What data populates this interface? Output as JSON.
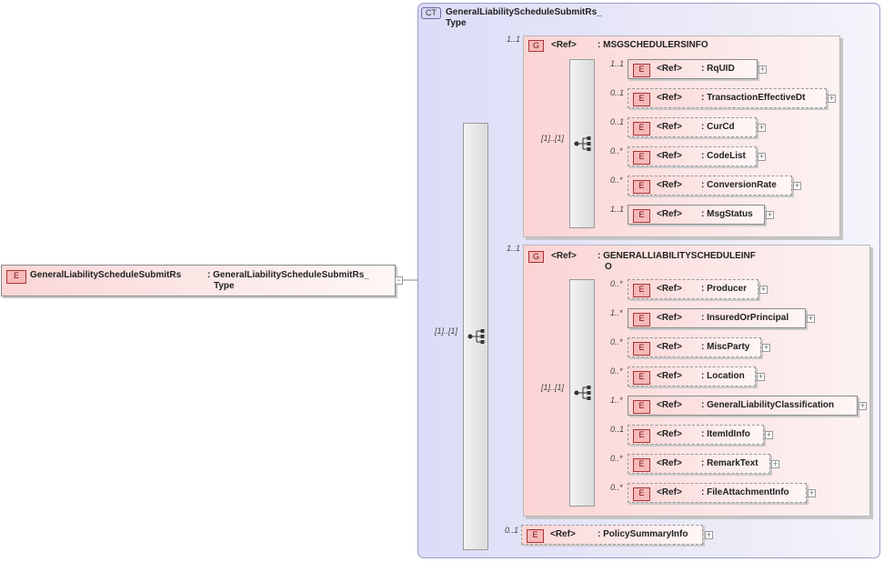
{
  "root": {
    "badge": "E",
    "name": "GeneralLiabilityScheduleSubmitRs",
    "type_line1": ": GeneralLiabilityScheduleSubmitRs_",
    "type_line2": "Type",
    "collapse": "−"
  },
  "complex_type": {
    "badge": "CT",
    "name_line1": "GeneralLiabilityScheduleSubmitRs_",
    "name_line2": "Type"
  },
  "outer_sequence": {
    "cardinality": "[1]..[1]"
  },
  "group1": {
    "badge": "G",
    "ref": "<Ref>",
    "name": ": MSGSCHEDULERSINFO",
    "cardinality": "1..1",
    "sequence_cardinality": "[1]..[1]",
    "elements": [
      {
        "card": "1..1",
        "ref": "<Ref>",
        "name": ": RqUID",
        "badge": "E"
      },
      {
        "card": "0..1",
        "ref": "<Ref>",
        "name": ": TransactionEffectiveDt",
        "badge": "E"
      },
      {
        "card": "0..1",
        "ref": "<Ref>",
        "name": ": CurCd",
        "badge": "E"
      },
      {
        "card": "0..*",
        "ref": "<Ref>",
        "name": ": CodeList",
        "badge": "E"
      },
      {
        "card": "0..*",
        "ref": "<Ref>",
        "name": ": ConversionRate",
        "badge": "E"
      },
      {
        "card": "1..1",
        "ref": "<Ref>",
        "name": ": MsgStatus",
        "badge": "E"
      }
    ]
  },
  "group2": {
    "badge": "G",
    "ref": "<Ref>",
    "name_line1": ": GENERALLIABILITYSCHEDULEINF",
    "name_line2": "O",
    "cardinality": "1..1",
    "sequence_cardinality": "[1]..[1]",
    "elements": [
      {
        "card": "0..*",
        "ref": "<Ref>",
        "name": ": Producer",
        "badge": "E"
      },
      {
        "card": "1..*",
        "ref": "<Ref>",
        "name": ": InsuredOrPrincipal",
        "badge": "E"
      },
      {
        "card": "0..*",
        "ref": "<Ref>",
        "name": ": MiscParty",
        "badge": "E"
      },
      {
        "card": "0..*",
        "ref": "<Ref>",
        "name": ": Location",
        "badge": "E"
      },
      {
        "card": "1..*",
        "ref": "<Ref>",
        "name": ": GeneralLiabilityClassification",
        "badge": "E"
      },
      {
        "card": "0..1",
        "ref": "<Ref>",
        "name": ": ItemIdInfo",
        "badge": "E"
      },
      {
        "card": "0..*",
        "ref": "<Ref>",
        "name": ": RemarkText",
        "badge": "E"
      },
      {
        "card": "0..*",
        "ref": "<Ref>",
        "name": ": FileAttachmentInfo",
        "badge": "E"
      }
    ]
  },
  "policy_summary": {
    "card": "0..1",
    "badge": "E",
    "ref": "<Ref>",
    "name": ": PolicySummaryInfo"
  },
  "expand_symbol": "+"
}
